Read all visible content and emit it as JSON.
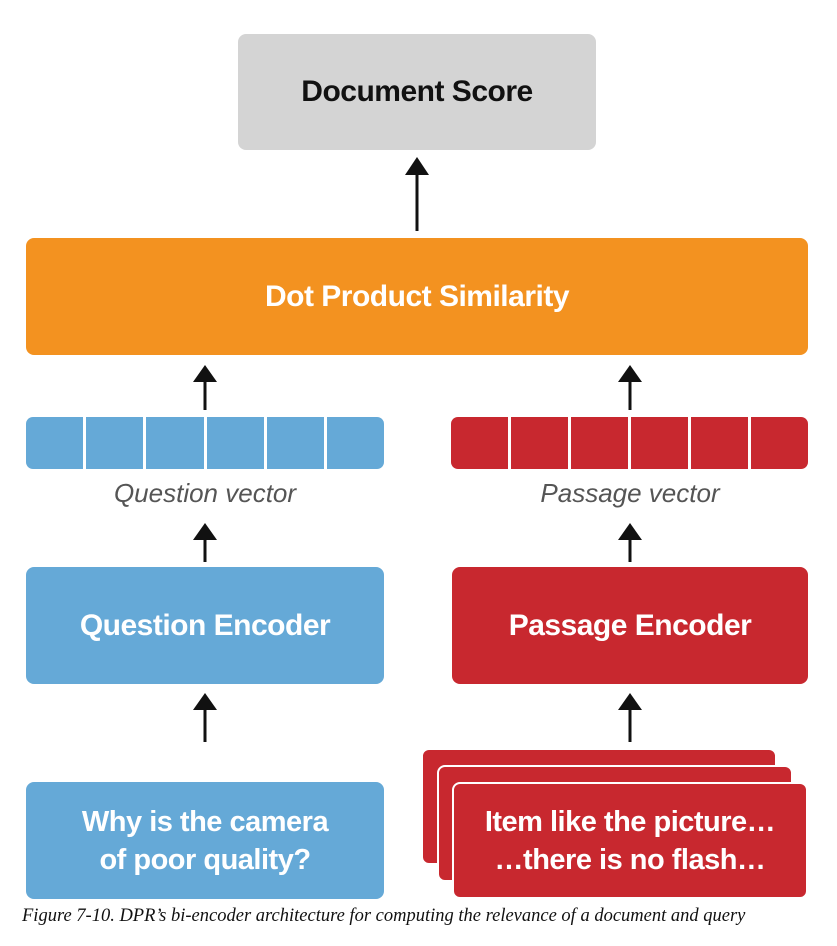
{
  "document_score": "Document Score",
  "dot_product": "Dot Product Similarity",
  "question_vector": {
    "label": "Question vector",
    "cells": 6
  },
  "passage_vector": {
    "label": "Passage vector",
    "cells": 6
  },
  "question_encoder": "Question Encoder",
  "passage_encoder": "Passage Encoder",
  "question_text": {
    "line1": "Why is the camera",
    "line2": "of poor quality?"
  },
  "passage_text": {
    "line1": "Item like the picture…",
    "line2": "…there is no flash…"
  },
  "caption": "Figure 7-10. DPR’s bi-encoder architecture for computing the relevance of a document and query",
  "colors": {
    "gray": "#d4d4d4",
    "orange": "#f39220",
    "blue": "#65a9d7",
    "red": "#c8282f"
  }
}
